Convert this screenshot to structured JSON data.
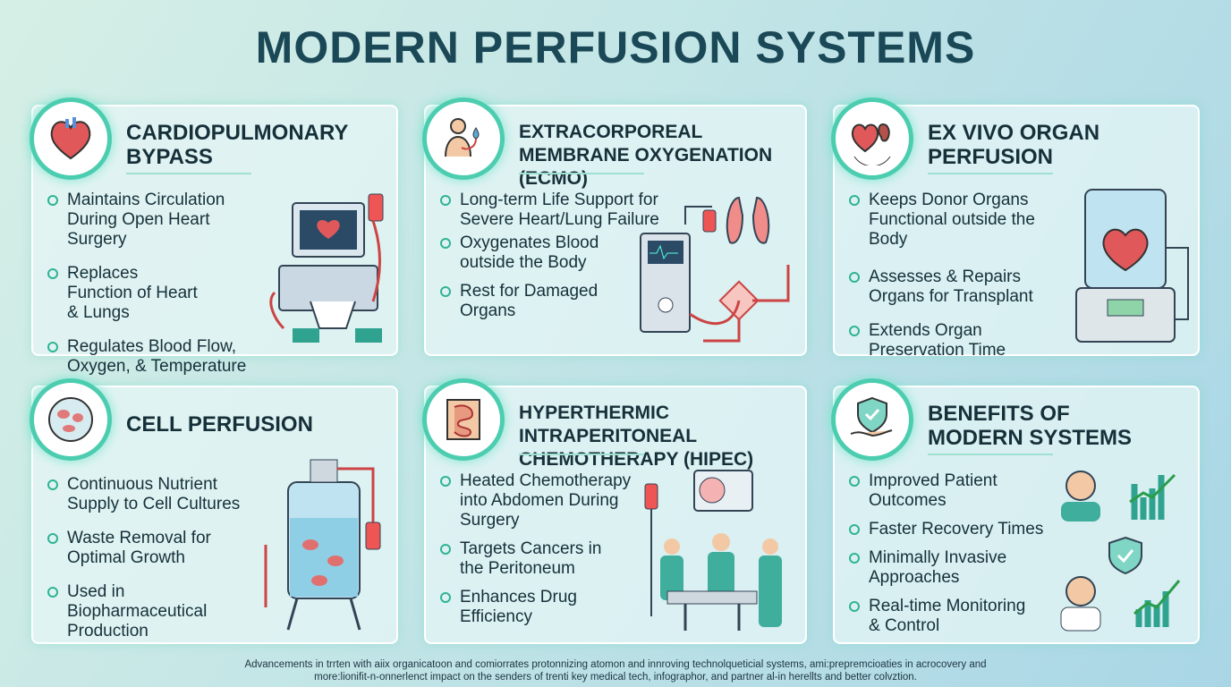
{
  "title": "MODERN PERFUSION SYSTEMS",
  "cards": [
    {
      "title": "Cardiopulmonary Bypass",
      "icon": "heart-icon",
      "bullets": [
        "Maintains Circulation During Open Heart Surgery",
        "Replaces Function of Heart & Lungs",
        "Regulates Blood Flow, Oxygen, & Temperature"
      ]
    },
    {
      "title": "Extracorporeal Membrane Oxygenation (ECMO)",
      "icon": "patient-icon",
      "bullets": [
        "Long-term Life Support for Severe Heart/Lung Failure",
        "Oxygenates Blood outside the Body",
        "Rest for Damaged Organs"
      ]
    },
    {
      "title": "Ex Vivo Organ Perfusion",
      "icon": "organs-icon",
      "bullets": [
        "Keeps Donor Organs Functional outside the Body",
        "Assesses & Repairs Organs for Transplant",
        "Extends Organ Preservation Time"
      ]
    },
    {
      "title": "Cell Perfusion",
      "icon": "cell-icon",
      "bullets": [
        "Continuous Nutrient Supply to Cell Cultures",
        "Waste Removal for Optimal Growth",
        "Used in Biopharmaceutical Production"
      ]
    },
    {
      "title": "Hyperthermic Intraperitoneal Chemotherapy (HIPEC)",
      "icon": "abdomen-icon",
      "bullets": [
        "Heated Chemotherapy into Abdomen During Surgery",
        "Targets Cancers in the Peritoneum",
        "Enhances Drug Efficiency"
      ]
    },
    {
      "title": "Benefits of Modern Systems",
      "icon": "shield-hand-icon",
      "bullets": [
        "Improved Patient Outcomes",
        "Faster Recovery Times",
        "Minimally Invasive Approaches",
        "Real-time Monitoring & Control"
      ]
    }
  ],
  "footer": [
    "Advancements in trrten with aiix organicatoon and comiorrates protonnizing atomon and innroving technolqueticial systems, ami:prepremcioaties in acrocovery and",
    "more:lionifit-n-onnerlenct impact on the senders of trenti key medical tech, infographor, and partner al-in herellts and better colvztion."
  ]
}
